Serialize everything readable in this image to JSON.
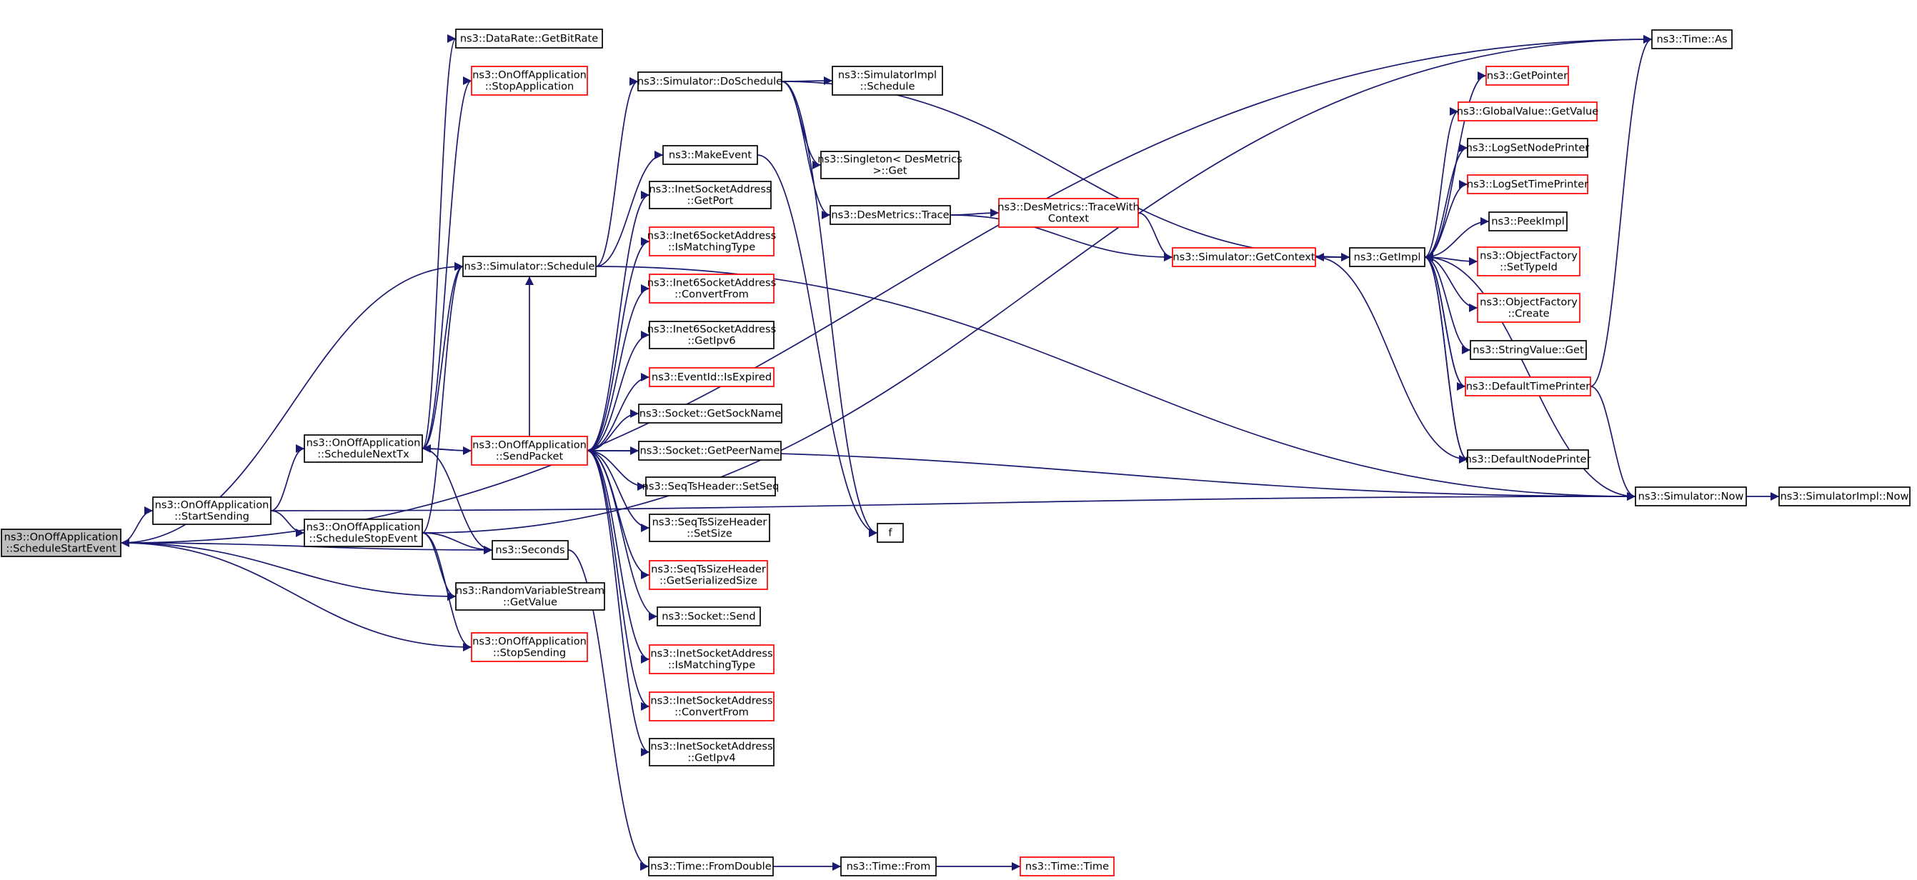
{
  "colors": {
    "edge": "#191970",
    "node_border": "#000000",
    "truncated_border": "#ff0000",
    "root_fill": "#bfbfbf",
    "background": "#ffffff"
  },
  "nodes": [
    {
      "id": "root",
      "lines": [
        "ns3::OnOffApplication",
        "::ScheduleStartEvent"
      ],
      "style": "root"
    },
    {
      "id": "start_sending",
      "lines": [
        "ns3::OnOffApplication",
        "::StartSending"
      ],
      "style": "normal"
    },
    {
      "id": "schedule_next_tx",
      "lines": [
        "ns3::OnOffApplication",
        "::ScheduleNextTx"
      ],
      "style": "normal"
    },
    {
      "id": "schedule_stop_event",
      "lines": [
        "ns3::OnOffApplication",
        "::ScheduleStopEvent"
      ],
      "style": "normal"
    },
    {
      "id": "datarate_getbitrate",
      "lines": [
        "ns3::DataRate::GetBitRate"
      ],
      "style": "normal"
    },
    {
      "id": "stop_application",
      "lines": [
        "ns3::OnOffApplication",
        "::StopApplication"
      ],
      "style": "truncated"
    },
    {
      "id": "simulator_schedule",
      "lines": [
        "ns3::Simulator::Schedule"
      ],
      "style": "normal"
    },
    {
      "id": "seconds",
      "lines": [
        "ns3::Seconds"
      ],
      "style": "normal"
    },
    {
      "id": "rvs_getvalue",
      "lines": [
        "ns3::RandomVariableStream",
        "::GetValue"
      ],
      "style": "normal"
    },
    {
      "id": "stop_sending",
      "lines": [
        "ns3::OnOffApplication",
        "::StopSending"
      ],
      "style": "truncated"
    },
    {
      "id": "send_packet",
      "lines": [
        "ns3::OnOffApplication",
        "::SendPacket"
      ],
      "style": "truncated"
    },
    {
      "id": "simulator_doschedule",
      "lines": [
        "ns3::Simulator::DoSchedule"
      ],
      "style": "normal"
    },
    {
      "id": "make_event",
      "lines": [
        "ns3::MakeEvent"
      ],
      "style": "normal"
    },
    {
      "id": "inet_getport",
      "lines": [
        "ns3::InetSocketAddress",
        "::GetPort"
      ],
      "style": "normal"
    },
    {
      "id": "inet6_ismatchingtype",
      "lines": [
        "ns3::Inet6SocketAddress",
        "::IsMatchingType"
      ],
      "style": "truncated"
    },
    {
      "id": "inet6_convertfrom",
      "lines": [
        "ns3::Inet6SocketAddress",
        "::ConvertFrom"
      ],
      "style": "truncated"
    },
    {
      "id": "inet6_getipv6",
      "lines": [
        "ns3::Inet6SocketAddress",
        "::GetIpv6"
      ],
      "style": "normal"
    },
    {
      "id": "eventid_isexpired",
      "lines": [
        "ns3::EventId::IsExpired"
      ],
      "style": "truncated"
    },
    {
      "id": "socket_getsockname",
      "lines": [
        "ns3::Socket::GetSockName"
      ],
      "style": "normal"
    },
    {
      "id": "socket_getpeername",
      "lines": [
        "ns3::Socket::GetPeerName"
      ],
      "style": "normal"
    },
    {
      "id": "seqts_setseq",
      "lines": [
        "ns3::SeqTsHeader::SetSeq"
      ],
      "style": "normal"
    },
    {
      "id": "seqts_setsize",
      "lines": [
        "ns3::SeqTsSizeHeader",
        "::SetSize"
      ],
      "style": "normal"
    },
    {
      "id": "seqts_getserializedsize",
      "lines": [
        "ns3::SeqTsSizeHeader",
        "::GetSerializedSize"
      ],
      "style": "truncated"
    },
    {
      "id": "socket_send",
      "lines": [
        "ns3::Socket::Send"
      ],
      "style": "normal"
    },
    {
      "id": "inet_ismatchingtype",
      "lines": [
        "ns3::InetSocketAddress",
        "::IsMatchingType"
      ],
      "style": "truncated"
    },
    {
      "id": "inet_convertfrom",
      "lines": [
        "ns3::InetSocketAddress",
        "::ConvertFrom"
      ],
      "style": "truncated"
    },
    {
      "id": "inet_getipv4",
      "lines": [
        "ns3::InetSocketAddress",
        "::GetIpv4"
      ],
      "style": "normal"
    },
    {
      "id": "time_fromdouble",
      "lines": [
        "ns3::Time::FromDouble"
      ],
      "style": "normal"
    },
    {
      "id": "time_from",
      "lines": [
        "ns3::Time::From"
      ],
      "style": "normal"
    },
    {
      "id": "time_time",
      "lines": [
        "ns3::Time::Time"
      ],
      "style": "truncated"
    },
    {
      "id": "simimpl_schedule",
      "lines": [
        "ns3::SimulatorImpl",
        "::Schedule"
      ],
      "style": "normal"
    },
    {
      "id": "singleton_get",
      "lines": [
        "ns3::Singleton< DesMetrics",
        ">::Get"
      ],
      "style": "normal"
    },
    {
      "id": "desmetrics_trace",
      "lines": [
        "ns3::DesMetrics::Trace"
      ],
      "style": "normal"
    },
    {
      "id": "desmetrics_tracewithcontext",
      "lines": [
        "ns3::DesMetrics::TraceWith",
        "Context"
      ],
      "style": "truncated"
    },
    {
      "id": "simulator_getcontext",
      "lines": [
        "ns3::Simulator::GetContext"
      ],
      "style": "truncated"
    },
    {
      "id": "getimpl",
      "lines": [
        "ns3::GetImpl"
      ],
      "style": "normal"
    },
    {
      "id": "f",
      "lines": [
        "f"
      ],
      "style": "normal"
    },
    {
      "id": "getpointer",
      "lines": [
        "ns3::GetPointer"
      ],
      "style": "truncated"
    },
    {
      "id": "globalvalue_getvalue",
      "lines": [
        "ns3::GlobalValue::GetValue"
      ],
      "style": "truncated"
    },
    {
      "id": "logsetnodeprinter",
      "lines": [
        "ns3::LogSetNodePrinter"
      ],
      "style": "normal"
    },
    {
      "id": "logsettimeprinter",
      "lines": [
        "ns3::LogSetTimePrinter"
      ],
      "style": "truncated"
    },
    {
      "id": "peekimpl",
      "lines": [
        "ns3::PeekImpl"
      ],
      "style": "normal"
    },
    {
      "id": "objectfactory_settypeid",
      "lines": [
        "ns3::ObjectFactory",
        "::SetTypeId"
      ],
      "style": "truncated"
    },
    {
      "id": "objectfactory_create",
      "lines": [
        "ns3::ObjectFactory",
        "::Create"
      ],
      "style": "truncated"
    },
    {
      "id": "stringvalue_get",
      "lines": [
        "ns3::StringValue::Get"
      ],
      "style": "normal"
    },
    {
      "id": "defaulttimeprinter",
      "lines": [
        "ns3::DefaultTimePrinter"
      ],
      "style": "truncated"
    },
    {
      "id": "defaultnodeprinter",
      "lines": [
        "ns3::DefaultNodePrinter"
      ],
      "style": "normal"
    },
    {
      "id": "time_as",
      "lines": [
        "ns3::Time::As"
      ],
      "style": "normal"
    },
    {
      "id": "simulator_now",
      "lines": [
        "ns3::Simulator::Now"
      ],
      "style": "normal"
    },
    {
      "id": "simimpl_now",
      "lines": [
        "ns3::SimulatorImpl::Now"
      ],
      "style": "normal"
    }
  ],
  "edges": [
    [
      "root",
      "start_sending"
    ],
    [
      "root",
      "simulator_schedule"
    ],
    [
      "root",
      "seconds"
    ],
    [
      "root",
      "rvs_getvalue"
    ],
    [
      "root",
      "time_as"
    ],
    [
      "stop_sending",
      "root"
    ],
    [
      "start_sending",
      "schedule_next_tx"
    ],
    [
      "start_sending",
      "schedule_stop_event"
    ],
    [
      "start_sending",
      "simulator_now"
    ],
    [
      "schedule_next_tx",
      "datarate_getbitrate"
    ],
    [
      "schedule_next_tx",
      "stop_application"
    ],
    [
      "schedule_next_tx",
      "simulator_schedule"
    ],
    [
      "schedule_next_tx",
      "send_packet"
    ],
    [
      "schedule_next_tx",
      "seconds"
    ],
    [
      "schedule_stop_event",
      "simulator_schedule"
    ],
    [
      "schedule_stop_event",
      "seconds"
    ],
    [
      "schedule_stop_event",
      "rvs_getvalue"
    ],
    [
      "schedule_stop_event",
      "stop_sending"
    ],
    [
      "schedule_stop_event",
      "time_as"
    ],
    [
      "send_packet",
      "schedule_next_tx"
    ],
    [
      "send_packet",
      "simulator_schedule"
    ],
    [
      "send_packet",
      "inet_getport"
    ],
    [
      "send_packet",
      "inet6_ismatchingtype"
    ],
    [
      "send_packet",
      "inet6_convertfrom"
    ],
    [
      "send_packet",
      "inet6_getipv6"
    ],
    [
      "send_packet",
      "eventid_isexpired"
    ],
    [
      "send_packet",
      "socket_getsockname"
    ],
    [
      "send_packet",
      "socket_getpeername"
    ],
    [
      "send_packet",
      "seqts_setseq"
    ],
    [
      "send_packet",
      "seqts_setsize"
    ],
    [
      "send_packet",
      "seqts_getserializedsize"
    ],
    [
      "send_packet",
      "socket_send"
    ],
    [
      "send_packet",
      "inet_ismatchingtype"
    ],
    [
      "send_packet",
      "inet_convertfrom"
    ],
    [
      "send_packet",
      "inet_getipv4"
    ],
    [
      "send_packet",
      "simulator_now"
    ],
    [
      "simulator_schedule",
      "simulator_doschedule"
    ],
    [
      "simulator_schedule",
      "make_event"
    ],
    [
      "simulator_schedule",
      "simulator_now"
    ],
    [
      "simulator_doschedule",
      "simimpl_schedule"
    ],
    [
      "simulator_doschedule",
      "singleton_get"
    ],
    [
      "simulator_doschedule",
      "desmetrics_trace"
    ],
    [
      "simulator_doschedule",
      "getimpl"
    ],
    [
      "simulator_doschedule",
      "f"
    ],
    [
      "make_event",
      "f"
    ],
    [
      "seconds",
      "time_fromdouble"
    ],
    [
      "time_fromdouble",
      "time_from"
    ],
    [
      "time_from",
      "time_time"
    ],
    [
      "desmetrics_trace",
      "desmetrics_tracewithcontext"
    ],
    [
      "desmetrics_trace",
      "simulator_getcontext"
    ],
    [
      "desmetrics_tracewithcontext",
      "simulator_getcontext"
    ],
    [
      "simulator_getcontext",
      "getimpl"
    ],
    [
      "getimpl",
      "getpointer"
    ],
    [
      "getimpl",
      "globalvalue_getvalue"
    ],
    [
      "getimpl",
      "logsetnodeprinter"
    ],
    [
      "getimpl",
      "logsettimeprinter"
    ],
    [
      "getimpl",
      "peekimpl"
    ],
    [
      "getimpl",
      "objectfactory_settypeid"
    ],
    [
      "getimpl",
      "objectfactory_create"
    ],
    [
      "getimpl",
      "stringvalue_get"
    ],
    [
      "getimpl",
      "defaulttimeprinter"
    ],
    [
      "getimpl",
      "defaultnodeprinter"
    ],
    [
      "defaulttimeprinter",
      "getimpl"
    ],
    [
      "defaulttimeprinter",
      "time_as"
    ],
    [
      "defaulttimeprinter",
      "simulator_now"
    ],
    [
      "defaultnodeprinter",
      "getimpl"
    ],
    [
      "defaultnodeprinter",
      "simulator_getcontext"
    ],
    [
      "simulator_now",
      "getimpl"
    ],
    [
      "simulator_now",
      "simimpl_now"
    ]
  ]
}
